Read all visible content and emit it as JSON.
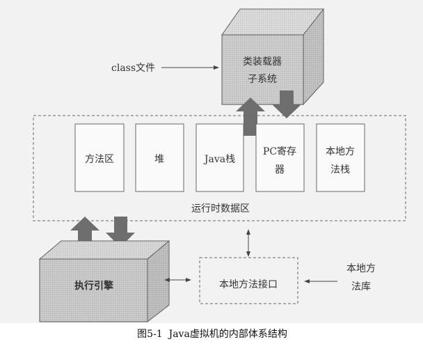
{
  "figure": {
    "class_file": "class文件",
    "class_loader": [
      "类装载器",
      "子系统"
    ],
    "runtime_area": {
      "label": "运行时数据区",
      "regions": [
        {
          "lines": [
            "方法区"
          ]
        },
        {
          "lines": [
            "堆"
          ]
        },
        {
          "lines": [
            "Java栈"
          ]
        },
        {
          "lines": [
            "PC寄存",
            "器"
          ]
        },
        {
          "lines": [
            "本地方",
            "法栈"
          ]
        }
      ]
    },
    "execution_engine": "执行引擎",
    "native_interface": "本地方法接口",
    "native_library": [
      "本地方",
      "法库"
    ],
    "caption": "图5-1  Java虚拟机的内部体系结构"
  },
  "colors": {
    "background": "#f2f2f2",
    "cube_front": "#c9c9c9",
    "cube_top": "#d8d8d8",
    "cube_side": "#bdbdbd",
    "arrow": "#6e6e6e",
    "line": "#555555"
  }
}
